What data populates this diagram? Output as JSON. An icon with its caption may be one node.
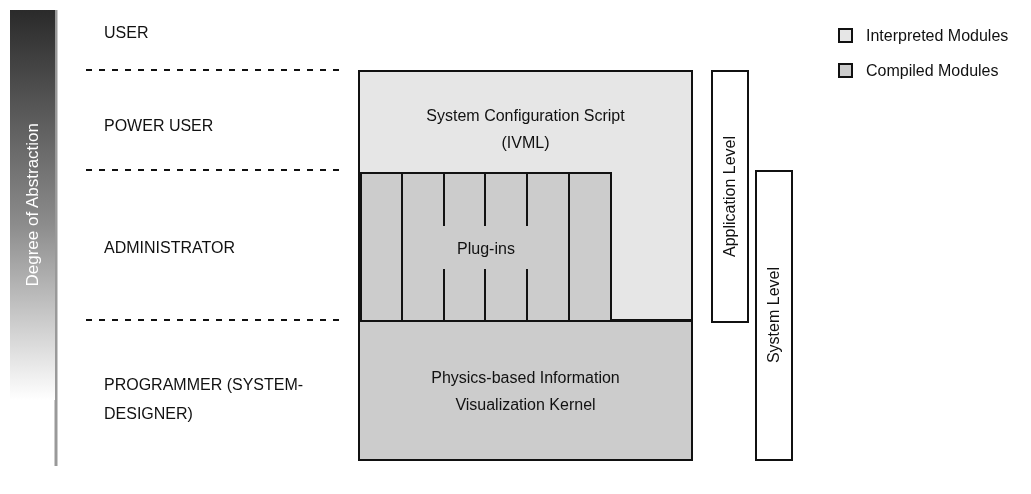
{
  "diagram": {
    "nodes": [
      {
        "text": [
          "Degree of Abstraction"
        ]
      },
      {
        "text": [
          "System Configuration Script (IVML)"
        ]
      },
      {
        "text": [
          "Plug-ins"
        ],
        "in": 1
      },
      {
        "text": [
          "Physics-based Information Visualization Kernel"
        ]
      },
      {
        "text": [
          "Application Level"
        ]
      },
      {
        "text": [
          "System Level"
        ]
      }
    ],
    "labels": [
      "USER",
      "POWER USER",
      "ADMINISTRATOR",
      "PROGRAMMER (SYSTEM-DESIGNER)"
    ],
    "legend": [
      {
        "text": "Interpreted Modules",
        "color": "#e6e6e6"
      },
      {
        "text": "Compiled Modules",
        "color": "#cccccc"
      }
    ]
  }
}
